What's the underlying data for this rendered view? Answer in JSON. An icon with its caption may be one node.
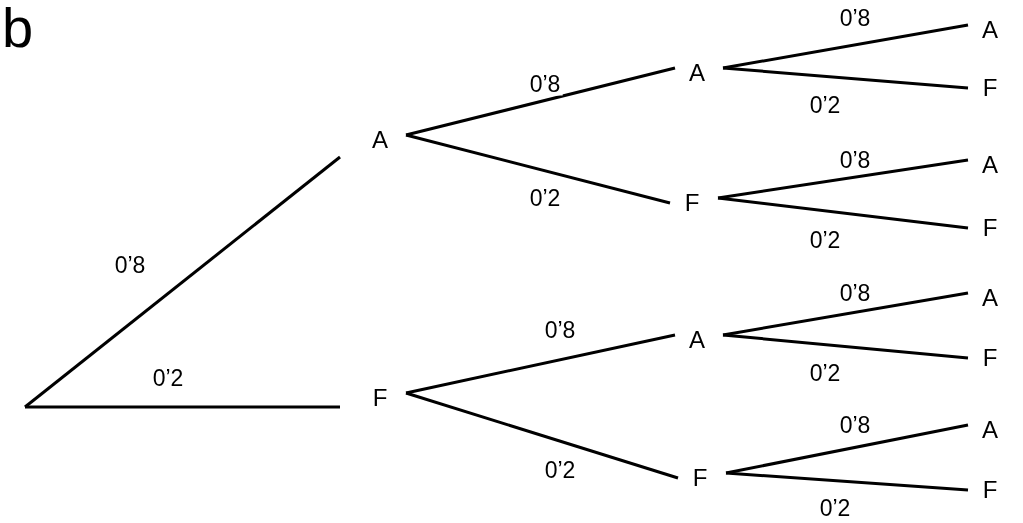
{
  "diagram": {
    "nodes": [
      {
        "text": [
          "A"
        ]
      },
      {
        "text": [
          "F"
        ]
      },
      {
        "text": [
          "A"
        ]
      },
      {
        "text": [
          "F"
        ]
      },
      {
        "text": [
          "A"
        ]
      },
      {
        "text": [
          "F"
        ]
      },
      {
        "text": [
          "A"
        ]
      },
      {
        "text": [
          "F"
        ]
      },
      {
        "text": [
          "A"
        ]
      },
      {
        "text": [
          "F"
        ]
      },
      {
        "text": [
          "A"
        ]
      },
      {
        "text": [
          "F"
        ]
      },
      {
        "text": [
          "A"
        ]
      },
      {
        "text": [
          "F"
        ]
      }
    ],
    "edges": [
      {
        "from": null,
        "to": 0,
        "arrow": "none",
        "label": "0’8"
      },
      {
        "from": null,
        "to": 1,
        "arrow": "none",
        "label": "0’2"
      },
      {
        "from": 0,
        "to": 2,
        "arrow": "none",
        "label": "0’8"
      },
      {
        "from": 0,
        "to": 3,
        "arrow": "none",
        "label": "0’2"
      },
      {
        "from": 1,
        "to": 4,
        "arrow": "none",
        "label": "0’8"
      },
      {
        "from": 1,
        "to": 5,
        "arrow": "none",
        "label": "0’2"
      },
      {
        "from": 2,
        "to": 6,
        "arrow": "none",
        "label": "0’8"
      },
      {
        "from": 2,
        "to": 7,
        "arrow": "none",
        "label": "0’2"
      },
      {
        "from": 3,
        "to": 8,
        "arrow": "none",
        "label": "0’8"
      },
      {
        "from": 3,
        "to": 9,
        "arrow": "none",
        "label": "0’2"
      },
      {
        "from": 4,
        "to": 10,
        "arrow": "none",
        "label": "0’8"
      },
      {
        "from": 4,
        "to": 11,
        "arrow": "none",
        "label": "0’2"
      },
      {
        "from": 5,
        "to": 12,
        "arrow": "none",
        "label": "0’8"
      },
      {
        "from": 5,
        "to": 13,
        "arrow": "none",
        "label": "0’2"
      }
    ],
    "labels": [
      "b"
    ]
  }
}
